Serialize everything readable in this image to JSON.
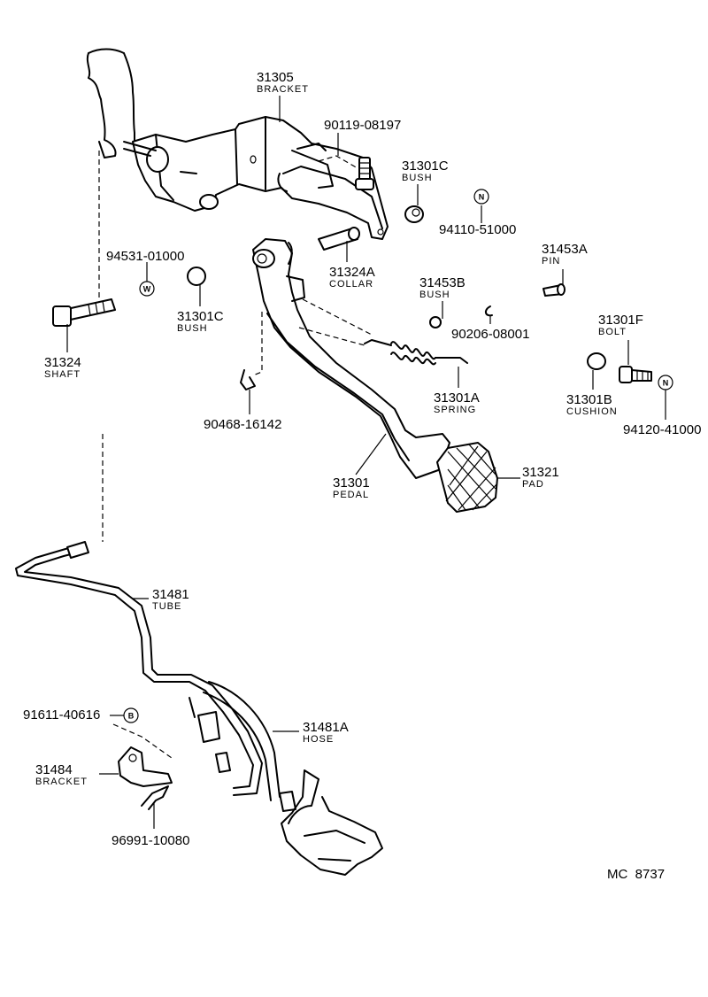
{
  "parts": {
    "p31305": {
      "number": "31305",
      "name": "BRACKET"
    },
    "p90119": {
      "number": "90119-08197"
    },
    "p31301C_a": {
      "number": "31301C",
      "name": "BUSH"
    },
    "p94110": {
      "number": "94110-51000",
      "symbol": "N"
    },
    "p94531": {
      "number": "94531-01000",
      "symbol": "W"
    },
    "p31301C_b": {
      "number": "31301C",
      "name": "BUSH"
    },
    "p31324A": {
      "number": "31324A",
      "name": "COLLAR"
    },
    "p31453A": {
      "number": "31453A",
      "name": "PIN"
    },
    "p31453B": {
      "number": "31453B",
      "name": "BUSH"
    },
    "p90206": {
      "number": "90206-08001"
    },
    "p31301F": {
      "number": "31301F",
      "name": "BOLT"
    },
    "p31324": {
      "number": "31324",
      "name": "SHAFT"
    },
    "p90468": {
      "number": "90468-16142"
    },
    "p31301A": {
      "number": "31301A",
      "name": "SPRING"
    },
    "p31301B": {
      "number": "31301B",
      "name": "CUSHION"
    },
    "p94120": {
      "number": "94120-41000",
      "symbol": "N"
    },
    "p31301": {
      "number": "31301",
      "name": "PEDAL"
    },
    "p31321": {
      "number": "31321",
      "name": "PAD"
    },
    "p31481": {
      "number": "31481",
      "name": "TUBE"
    },
    "p91611": {
      "number": "91611-40616",
      "symbol": "B"
    },
    "p31481A": {
      "number": "31481A",
      "name": "HOSE"
    },
    "p31484": {
      "number": "31484",
      "name": "BRACKET"
    },
    "p96991": {
      "number": "96991-10080"
    }
  },
  "diagram_code": "MC  8737"
}
